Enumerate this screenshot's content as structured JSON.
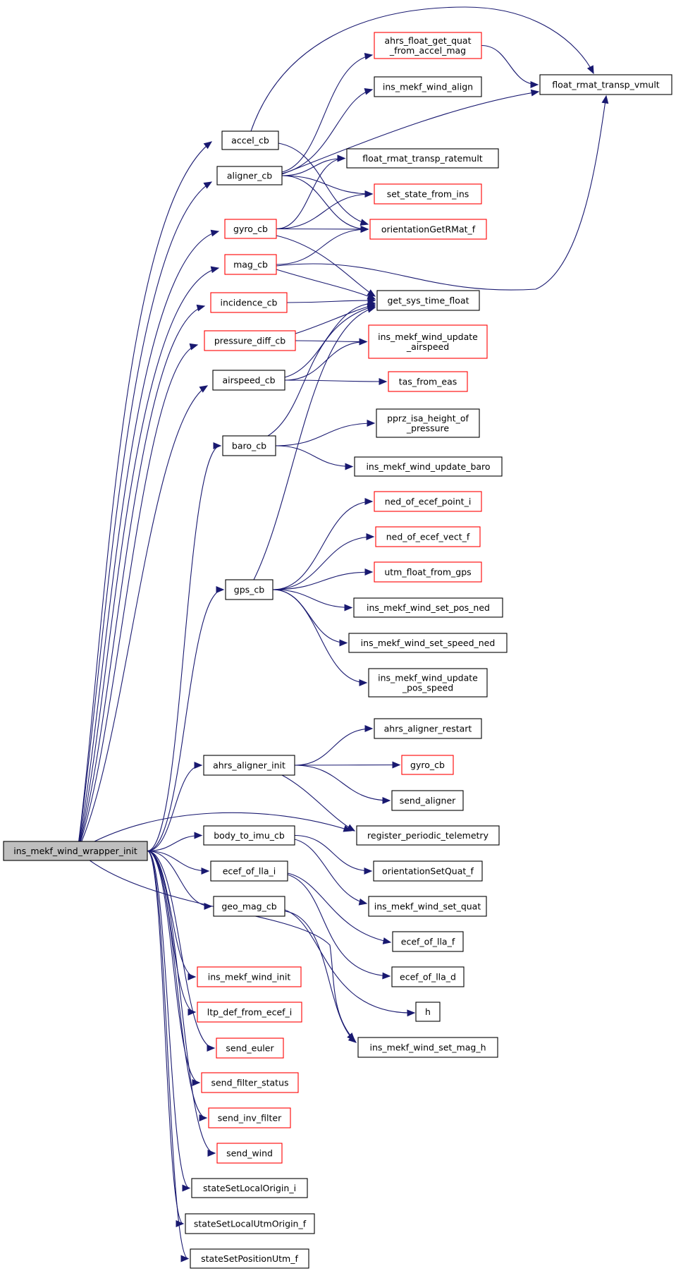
{
  "graph": {
    "root": "ins_mekf_wind_wrapper_init",
    "colors": {
      "edge": "#191970",
      "link_border": "#000000",
      "undocumented_border": "#ff0000",
      "root_fill": "#bfbfbf"
    },
    "nodes": [
      {
        "id": "root",
        "lines": [
          "ins_mekf_wind_wrapper_init"
        ],
        "style": "root"
      },
      {
        "id": "accel_cb",
        "lines": [
          "accel_cb"
        ],
        "style": "normal"
      },
      {
        "id": "aligner_cb",
        "lines": [
          "aligner_cb"
        ],
        "style": "normal"
      },
      {
        "id": "gyro_cb",
        "lines": [
          "gyro_cb"
        ],
        "style": "red"
      },
      {
        "id": "mag_cb",
        "lines": [
          "mag_cb"
        ],
        "style": "red"
      },
      {
        "id": "incidence_cb",
        "lines": [
          "incidence_cb"
        ],
        "style": "red"
      },
      {
        "id": "pressure_diff_cb",
        "lines": [
          "pressure_diff_cb"
        ],
        "style": "red"
      },
      {
        "id": "airspeed_cb",
        "lines": [
          "airspeed_cb"
        ],
        "style": "normal"
      },
      {
        "id": "baro_cb",
        "lines": [
          "baro_cb"
        ],
        "style": "normal"
      },
      {
        "id": "gps_cb",
        "lines": [
          "gps_cb"
        ],
        "style": "normal"
      },
      {
        "id": "ahrs_aligner_init",
        "lines": [
          "ahrs_aligner_init"
        ],
        "style": "normal"
      },
      {
        "id": "body_to_imu_cb",
        "lines": [
          "body_to_imu_cb"
        ],
        "style": "normal"
      },
      {
        "id": "ecef_of_lla_i",
        "lines": [
          "ecef_of_lla_i"
        ],
        "style": "normal"
      },
      {
        "id": "geo_mag_cb",
        "lines": [
          "geo_mag_cb"
        ],
        "style": "normal"
      },
      {
        "id": "ins_mekf_wind_init",
        "lines": [
          "ins_mekf_wind_init"
        ],
        "style": "red"
      },
      {
        "id": "ltp_def_from_ecef_i",
        "lines": [
          "ltp_def_from_ecef_i"
        ],
        "style": "red"
      },
      {
        "id": "send_euler",
        "lines": [
          "send_euler"
        ],
        "style": "red"
      },
      {
        "id": "send_filter_status",
        "lines": [
          "send_filter_status"
        ],
        "style": "red"
      },
      {
        "id": "send_inv_filter",
        "lines": [
          "send_inv_filter"
        ],
        "style": "red"
      },
      {
        "id": "send_wind",
        "lines": [
          "send_wind"
        ],
        "style": "red"
      },
      {
        "id": "stateSetLocalOrigin_i",
        "lines": [
          "stateSetLocalOrigin_i"
        ],
        "style": "normal"
      },
      {
        "id": "stateSetLocalUtmOrigin_f",
        "lines": [
          "stateSetLocalUtmOrigin_f"
        ],
        "style": "normal"
      },
      {
        "id": "stateSetPositionUtm_f",
        "lines": [
          "stateSetPositionUtm_f"
        ],
        "style": "normal"
      },
      {
        "id": "ahrs_float_get_quat",
        "lines": [
          "ahrs_float_get_quat",
          "_from_accel_mag"
        ],
        "style": "red"
      },
      {
        "id": "ins_mekf_wind_align",
        "lines": [
          "ins_mekf_wind_align"
        ],
        "style": "normal"
      },
      {
        "id": "float_rmat_transp_vmult",
        "lines": [
          "float_rmat_transp_vmult"
        ],
        "style": "normal"
      },
      {
        "id": "float_rmat_transp_ratemult",
        "lines": [
          "float_rmat_transp_ratemult"
        ],
        "style": "normal"
      },
      {
        "id": "set_state_from_ins",
        "lines": [
          "set_state_from_ins"
        ],
        "style": "red"
      },
      {
        "id": "orientationGetRMat_f",
        "lines": [
          "orientationGetRMat_f"
        ],
        "style": "red"
      },
      {
        "id": "get_sys_time_float",
        "lines": [
          "get_sys_time_float"
        ],
        "style": "normal"
      },
      {
        "id": "ins_mekf_wind_update_airspeed",
        "lines": [
          "ins_mekf_wind_update",
          "_airspeed"
        ],
        "style": "red"
      },
      {
        "id": "tas_from_eas",
        "lines": [
          "tas_from_eas"
        ],
        "style": "red"
      },
      {
        "id": "pprz_isa_height_of_pressure",
        "lines": [
          "pprz_isa_height_of",
          "_pressure"
        ],
        "style": "normal"
      },
      {
        "id": "ins_mekf_wind_update_baro",
        "lines": [
          "ins_mekf_wind_update_baro"
        ],
        "style": "normal"
      },
      {
        "id": "ned_of_ecef_point_i",
        "lines": [
          "ned_of_ecef_point_i"
        ],
        "style": "red"
      },
      {
        "id": "ned_of_ecef_vect_f",
        "lines": [
          "ned_of_ecef_vect_f"
        ],
        "style": "red"
      },
      {
        "id": "utm_float_from_gps",
        "lines": [
          "utm_float_from_gps"
        ],
        "style": "red"
      },
      {
        "id": "ins_mekf_wind_set_pos_ned",
        "lines": [
          "ins_mekf_wind_set_pos_ned"
        ],
        "style": "normal"
      },
      {
        "id": "ins_mekf_wind_set_speed_ned",
        "lines": [
          "ins_mekf_wind_set_speed_ned"
        ],
        "style": "normal"
      },
      {
        "id": "ins_mekf_wind_update_pos_speed",
        "lines": [
          "ins_mekf_wind_update",
          "_pos_speed"
        ],
        "style": "normal"
      },
      {
        "id": "ahrs_aligner_restart",
        "lines": [
          "ahrs_aligner_restart"
        ],
        "style": "normal"
      },
      {
        "id": "gyro_cb_2",
        "lines": [
          "gyro_cb"
        ],
        "style": "red"
      },
      {
        "id": "send_aligner",
        "lines": [
          "send_aligner"
        ],
        "style": "normal"
      },
      {
        "id": "register_periodic_telemetry",
        "lines": [
          "register_periodic_telemetry"
        ],
        "style": "normal"
      },
      {
        "id": "orientationSetQuat_f",
        "lines": [
          "orientationSetQuat_f"
        ],
        "style": "normal"
      },
      {
        "id": "ins_mekf_wind_set_quat",
        "lines": [
          "ins_mekf_wind_set_quat"
        ],
        "style": "normal"
      },
      {
        "id": "ecef_of_lla_f",
        "lines": [
          "ecef_of_lla_f"
        ],
        "style": "normal"
      },
      {
        "id": "ecef_of_lla_d",
        "lines": [
          "ecef_of_lla_d"
        ],
        "style": "normal"
      },
      {
        "id": "h",
        "lines": [
          "h"
        ],
        "style": "normal"
      },
      {
        "id": "ins_mekf_wind_set_mag_h",
        "lines": [
          "ins_mekf_wind_set_mag_h"
        ],
        "style": "normal"
      }
    ],
    "edges": [
      [
        "root",
        "accel_cb"
      ],
      [
        "root",
        "aligner_cb"
      ],
      [
        "root",
        "gyro_cb"
      ],
      [
        "root",
        "mag_cb"
      ],
      [
        "root",
        "incidence_cb"
      ],
      [
        "root",
        "pressure_diff_cb"
      ],
      [
        "root",
        "airspeed_cb"
      ],
      [
        "root",
        "baro_cb"
      ],
      [
        "root",
        "gps_cb"
      ],
      [
        "root",
        "ahrs_aligner_init"
      ],
      [
        "root",
        "body_to_imu_cb"
      ],
      [
        "root",
        "ecef_of_lla_i"
      ],
      [
        "root",
        "geo_mag_cb"
      ],
      [
        "root",
        "ins_mekf_wind_init"
      ],
      [
        "root",
        "ltp_def_from_ecef_i"
      ],
      [
        "root",
        "send_euler"
      ],
      [
        "root",
        "send_filter_status"
      ],
      [
        "root",
        "send_inv_filter"
      ],
      [
        "root",
        "send_wind"
      ],
      [
        "root",
        "stateSetLocalOrigin_i"
      ],
      [
        "root",
        "stateSetLocalUtmOrigin_f"
      ],
      [
        "root",
        "stateSetPositionUtm_f"
      ],
      [
        "root",
        "register_periodic_telemetry"
      ],
      [
        "root",
        "ins_mekf_wind_set_mag_h"
      ],
      [
        "accel_cb",
        "float_rmat_transp_vmult"
      ],
      [
        "accel_cb",
        "orientationGetRMat_f"
      ],
      [
        "aligner_cb",
        "ahrs_float_get_quat"
      ],
      [
        "aligner_cb",
        "ins_mekf_wind_align"
      ],
      [
        "aligner_cb",
        "float_rmat_transp_vmult"
      ],
      [
        "aligner_cb",
        "float_rmat_transp_ratemult"
      ],
      [
        "aligner_cb",
        "set_state_from_ins"
      ],
      [
        "aligner_cb",
        "orientationGetRMat_f"
      ],
      [
        "ahrs_float_get_quat",
        "float_rmat_transp_vmult"
      ],
      [
        "gyro_cb",
        "float_rmat_transp_ratemult"
      ],
      [
        "gyro_cb",
        "set_state_from_ins"
      ],
      [
        "gyro_cb",
        "orientationGetRMat_f"
      ],
      [
        "gyro_cb",
        "get_sys_time_float"
      ],
      [
        "mag_cb",
        "orientationGetRMat_f"
      ],
      [
        "mag_cb",
        "float_rmat_transp_vmult"
      ],
      [
        "mag_cb",
        "get_sys_time_float"
      ],
      [
        "incidence_cb",
        "get_sys_time_float"
      ],
      [
        "pressure_diff_cb",
        "get_sys_time_float"
      ],
      [
        "pressure_diff_cb",
        "ins_mekf_wind_update_airspeed"
      ],
      [
        "airspeed_cb",
        "get_sys_time_float"
      ],
      [
        "airspeed_cb",
        "ins_mekf_wind_update_airspeed"
      ],
      [
        "airspeed_cb",
        "tas_from_eas"
      ],
      [
        "baro_cb",
        "get_sys_time_float"
      ],
      [
        "baro_cb",
        "pprz_isa_height_of_pressure"
      ],
      [
        "baro_cb",
        "ins_mekf_wind_update_baro"
      ],
      [
        "gps_cb",
        "get_sys_time_float"
      ],
      [
        "gps_cb",
        "ned_of_ecef_point_i"
      ],
      [
        "gps_cb",
        "ned_of_ecef_vect_f"
      ],
      [
        "gps_cb",
        "utm_float_from_gps"
      ],
      [
        "gps_cb",
        "ins_mekf_wind_set_pos_ned"
      ],
      [
        "gps_cb",
        "ins_mekf_wind_set_speed_ned"
      ],
      [
        "gps_cb",
        "ins_mekf_wind_update_pos_speed"
      ],
      [
        "ahrs_aligner_init",
        "ahrs_aligner_restart"
      ],
      [
        "ahrs_aligner_init",
        "gyro_cb_2"
      ],
      [
        "ahrs_aligner_init",
        "send_aligner"
      ],
      [
        "ahrs_aligner_init",
        "register_periodic_telemetry"
      ],
      [
        "body_to_imu_cb",
        "orientationSetQuat_f"
      ],
      [
        "body_to_imu_cb",
        "ins_mekf_wind_set_quat"
      ],
      [
        "ecef_of_lla_i",
        "ecef_of_lla_f"
      ],
      [
        "ecef_of_lla_i",
        "ecef_of_lla_d"
      ],
      [
        "geo_mag_cb",
        "h"
      ],
      [
        "geo_mag_cb",
        "ins_mekf_wind_set_mag_h"
      ]
    ]
  }
}
